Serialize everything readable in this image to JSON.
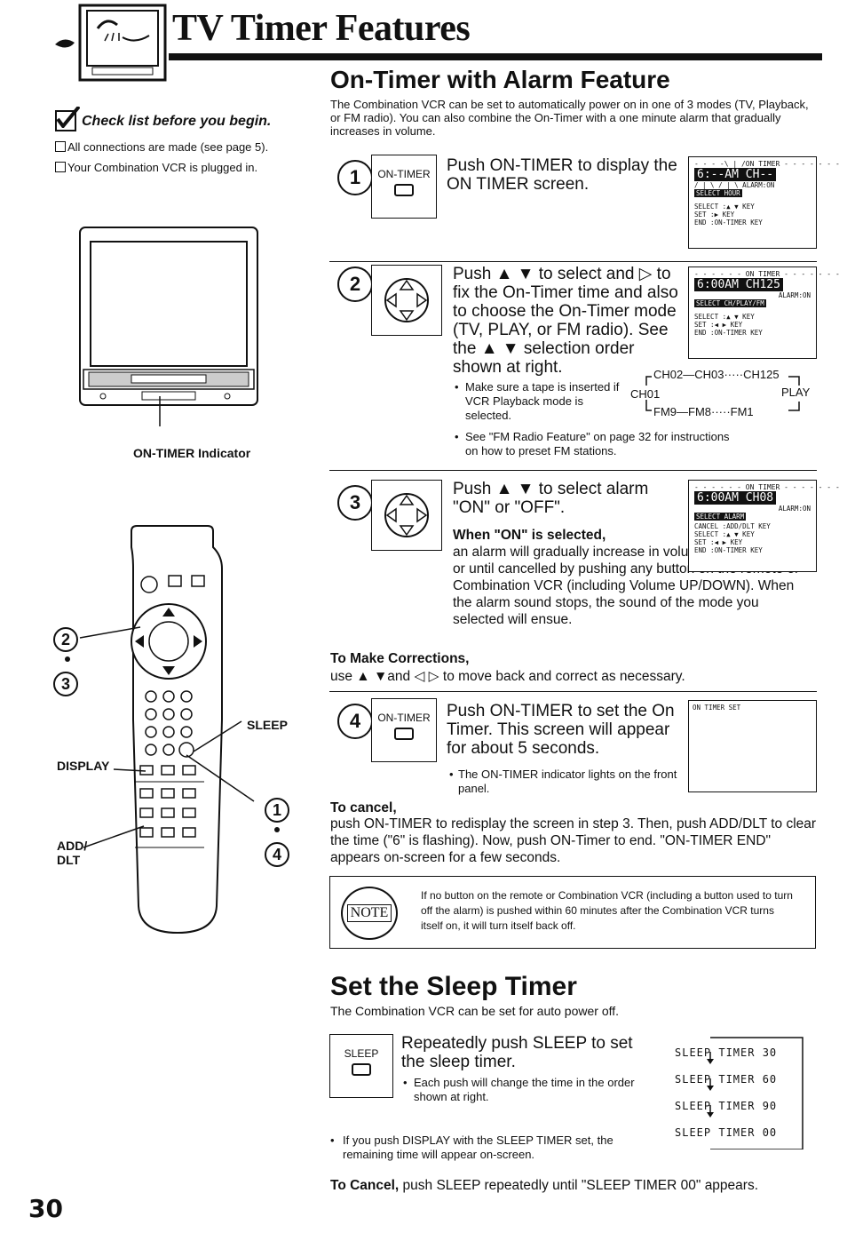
{
  "header": {
    "title": "TV Timer Features"
  },
  "checklist": {
    "heading": "Check list before you begin.",
    "items": [
      "All connections are made (see page 5).",
      "Your Combination VCR is plugged in."
    ]
  },
  "figures": {
    "tv_caption": "ON-TIMER Indicator",
    "remote_labels": {
      "sleep": "SLEEP",
      "display": "DISPLAY",
      "add_dlt_1": "ADD/",
      "add_dlt_2": "DLT"
    },
    "remote_steps": [
      "2",
      "3",
      "1",
      "4"
    ]
  },
  "on_timer": {
    "title": "On-Timer with Alarm Feature",
    "intro": "The Combination VCR can be set to automatically power on in one of 3 modes (TV, Playback, or FM radio). You can also combine the On-Timer with a one minute alarm that gradually increases in volume.",
    "step1": {
      "num": "1",
      "button": "ON-TIMER",
      "text": "Push ON-TIMER to display the ON TIMER screen.",
      "screen": {
        "top": "- - - -\\ | /ON TIMER - - - - - - -",
        "big": "6:--AM CH--",
        "mid": "/ | \\  / | \\  ALARM:ON",
        "bar": "SELECT HOUR",
        "lines": [
          "SELECT :▲ ▼ KEY",
          "SET     :▶ KEY",
          "END     :ON-TIMER KEY"
        ]
      }
    },
    "step2": {
      "num": "2",
      "text": "Push ▲ ▼ to select and ▷ to fix the On-Timer time and also to choose the On-Timer mode (TV, PLAY, or FM radio). See the ▲ ▼ selection order shown at right.",
      "bullet1": "Make sure a tape is inserted if VCR Playback mode is selected.",
      "bullet2": "See \"FM Radio Feature\" on page 32 for instructions on how to preset FM stations.",
      "order": {
        "top": "CH02—CH03·····CH125",
        "left": "CH01",
        "right": "PLAY",
        "bottom": "FM9—FM8·····FM1"
      },
      "screen": {
        "top": "- - - - - - ON TIMER - - - - - - -",
        "big": "6:00AM CH125",
        "mid": "ALARM:ON",
        "bar": "SELECT CH/PLAY/FM",
        "lines": [
          "SELECT :▲ ▼ KEY",
          "SET     :◀ ▶ KEY",
          "END     :ON-TIMER KEY"
        ]
      }
    },
    "step3": {
      "num": "3",
      "text": "Push ▲ ▼ to select alarm \"ON\" or \"OFF\".",
      "sub_head": "When \"ON\" is selected,",
      "sub_text": "an alarm will gradually increase in volume for one minute or until cancelled by pushing any button on the remote or Combination VCR (including Volume UP/DOWN). When the alarm sound stops, the sound of the mode you selected will ensue.",
      "screen": {
        "top": "- - - - - - ON TIMER - - - - - - -",
        "big": "6:00AM CH08",
        "mid": "ALARM:ON",
        "bar": "SELECT ALARM",
        "lines": [
          "CANCEL :ADD/DLT KEY",
          "SELECT :▲ ▼ KEY",
          "SET     :◀ ▶ KEY",
          "END     :ON-TIMER KEY"
        ]
      }
    },
    "corrections": {
      "head": "To Make Corrections,",
      "text": "use ▲ ▼and ◁ ▷ to move back and correct as necessary."
    },
    "step4": {
      "num": "4",
      "button": "ON-TIMER",
      "text": "Push ON-TIMER to set the On Timer. This screen will appear for about 5 seconds.",
      "bullet": "The ON-TIMER indicator lights on the front panel.",
      "screen": {
        "top": "ON TIMER SET"
      }
    },
    "cancel": {
      "head": "To cancel,",
      "text": "push ON-TIMER to redisplay the screen in step 3. Then, push ADD/DLT to clear the time (\"6\" is flashing). Now, push ON-Timer to end. \"ON-TIMER END\" appears on-screen for a few seconds."
    },
    "note": {
      "badge": "NOTE",
      "text": "If no button on the remote or Combination VCR (including a button used to turn off the alarm) is pushed within 60 minutes after the Combination VCR turns itself on, it will turn itself back off."
    }
  },
  "sleep": {
    "title": "Set the Sleep Timer",
    "intro": "The Combination VCR can be set for auto power off.",
    "button": "SLEEP",
    "text": "Repeatedly push SLEEP to set the sleep timer.",
    "bullet1": "Each push will change the time in the order shown at right.",
    "bullet2": "If you push DISPLAY with the SLEEP TIMER set, the remaining time will appear on-screen.",
    "sequence": [
      "SLEEP TIMER 30",
      "SLEEP TIMER 60",
      "SLEEP TIMER 90",
      "SLEEP TIMER 00"
    ],
    "cancel_head": "To Cancel,",
    "cancel_text": "push SLEEP repeatedly until \"SLEEP TIMER 00\" appears."
  },
  "page_number": "30"
}
